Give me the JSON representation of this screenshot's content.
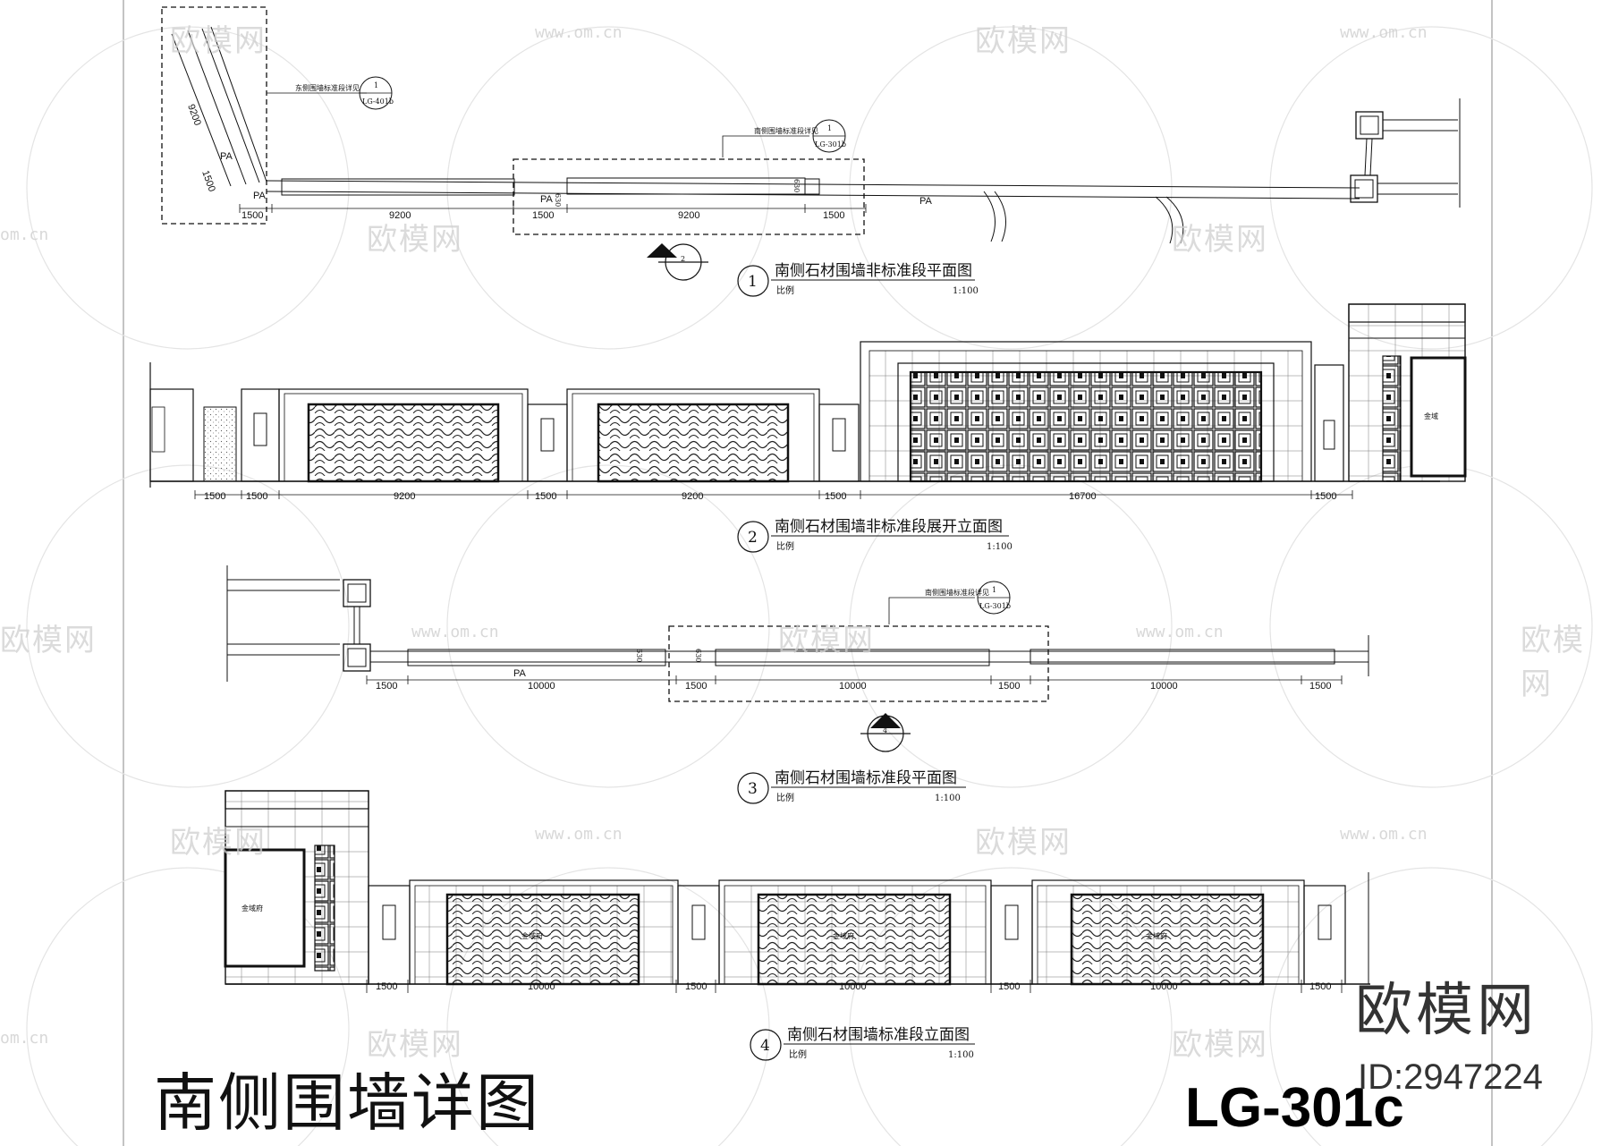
{
  "sheet": {
    "title": "南侧围墙详图",
    "code": "LG-301c"
  },
  "brand": {
    "name": "欧模网",
    "id": "ID:2947224",
    "watermark_text": "欧模网",
    "watermark_url": "www.om.cn",
    "watermark_url_short": "om.cn"
  },
  "views": [
    {
      "num": "1",
      "title": "南侧石材围墙非标准段平面图",
      "scale_label": "比例",
      "scale": "1:100"
    },
    {
      "num": "2",
      "title": "南侧石材围墙非标准段展开立面图",
      "scale_label": "比例",
      "scale": "1:100"
    },
    {
      "num": "3",
      "title": "南侧石材围墙标准段平面图",
      "scale_label": "比例",
      "scale": "1:100"
    },
    {
      "num": "4",
      "title": "南侧石材围墙标准段立面图",
      "scale_label": "比例",
      "scale": "1:100"
    }
  ],
  "callouts": [
    {
      "label": "东侧围墙标准段详见",
      "num": "1",
      "ref": "LG-401b"
    },
    {
      "label": "南侧围墙标准段详见",
      "num": "1",
      "ref": "LG-301b"
    },
    {
      "label": "南侧围墙标准段详见",
      "num": "1",
      "ref": "LG-301b"
    }
  ],
  "section_markers": [
    "2",
    "4"
  ],
  "plan1": {
    "dims": [
      "1500",
      "9200",
      "1500",
      "9200",
      "1500"
    ],
    "diag_dims": [
      "9200",
      "1500"
    ],
    "labels": [
      "PA",
      "PA",
      "PA",
      "PA"
    ],
    "wall_width": "630"
  },
  "elev2": {
    "dims": [
      "1500",
      "1500",
      "9200",
      "1500",
      "9200",
      "1500",
      "16700",
      "1500"
    ],
    "gate_label": "金域"
  },
  "plan3": {
    "dims": [
      "1500",
      "10000",
      "1500",
      "10000",
      "1500",
      "10000",
      "1500"
    ],
    "label": "PA",
    "wall_width": "630"
  },
  "elev4": {
    "dims": [
      "1500",
      "10000",
      "1500",
      "10000",
      "1500",
      "10000",
      "1500"
    ],
    "gate_label": "金域府",
    "panel_label": "金域府"
  }
}
